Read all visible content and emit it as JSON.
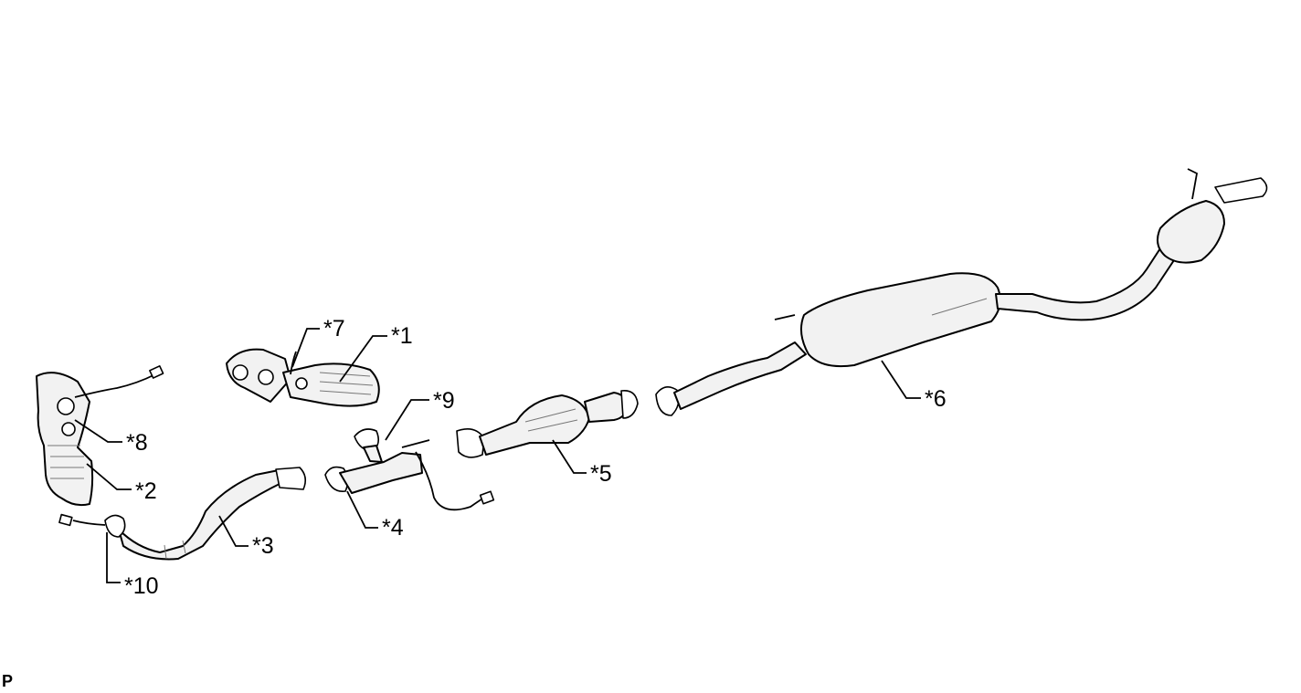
{
  "callouts": {
    "c1": "*1",
    "c2": "*2",
    "c3": "*3",
    "c4": "*4",
    "c5": "*5",
    "c6": "*6",
    "c7": "*7",
    "c8": "*8",
    "c9": "*9",
    "c10": "*10"
  },
  "corner_label": "P"
}
